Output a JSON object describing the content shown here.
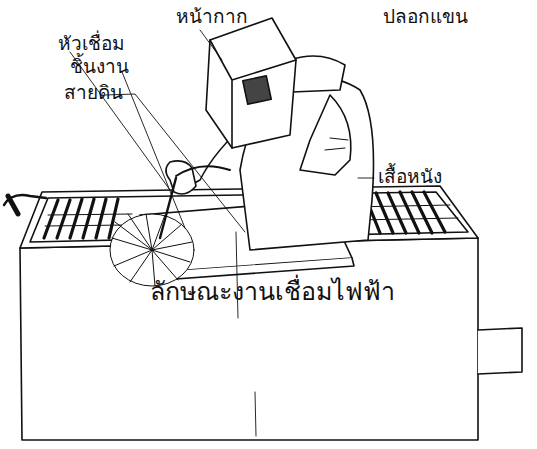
{
  "diagram": {
    "labels": [
      "หน้ากาก",
      "ปลอกแขน",
      "หัวเชื่อม",
      "ชิ้นงาน",
      "สายดิน",
      "เสื้อหนัง",
      "ลักษณะงานเชื่อมไฟฟ้า"
    ]
  }
}
